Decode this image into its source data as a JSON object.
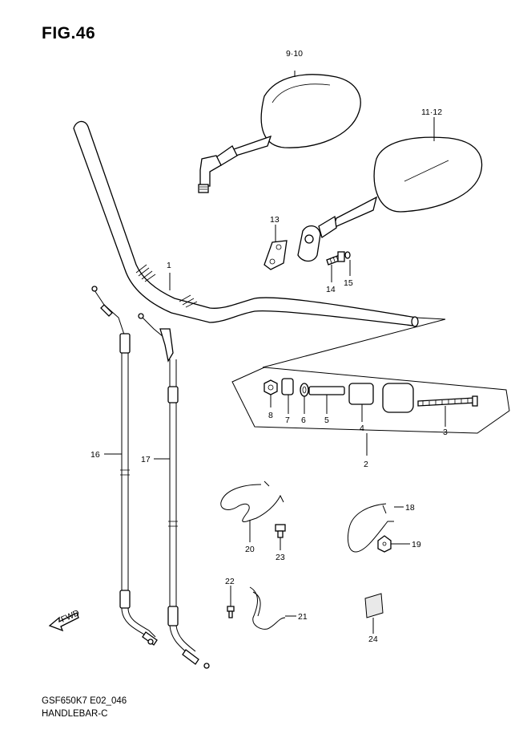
{
  "figure": {
    "title": "FIG.46",
    "model_code": "GSF650K7 E02_046",
    "section_name": "HANDLEBAR-C",
    "direction_marker": "FWD"
  },
  "callouts": {
    "p1": "1",
    "p2": "2",
    "p3": "3",
    "p4": "4",
    "p5": "5",
    "p6": "6",
    "p7": "7",
    "p8": "8",
    "p9_10": "9·10",
    "p11_12": "11·12",
    "p13": "13",
    "p14": "14",
    "p15": "15",
    "p16": "16",
    "p17": "17",
    "p18": "18",
    "p19": "19",
    "p20": "20",
    "p21": "21",
    "p22": "22",
    "p23": "23",
    "p24": "24"
  },
  "colors": {
    "line": "#000000",
    "background": "#ffffff"
  }
}
